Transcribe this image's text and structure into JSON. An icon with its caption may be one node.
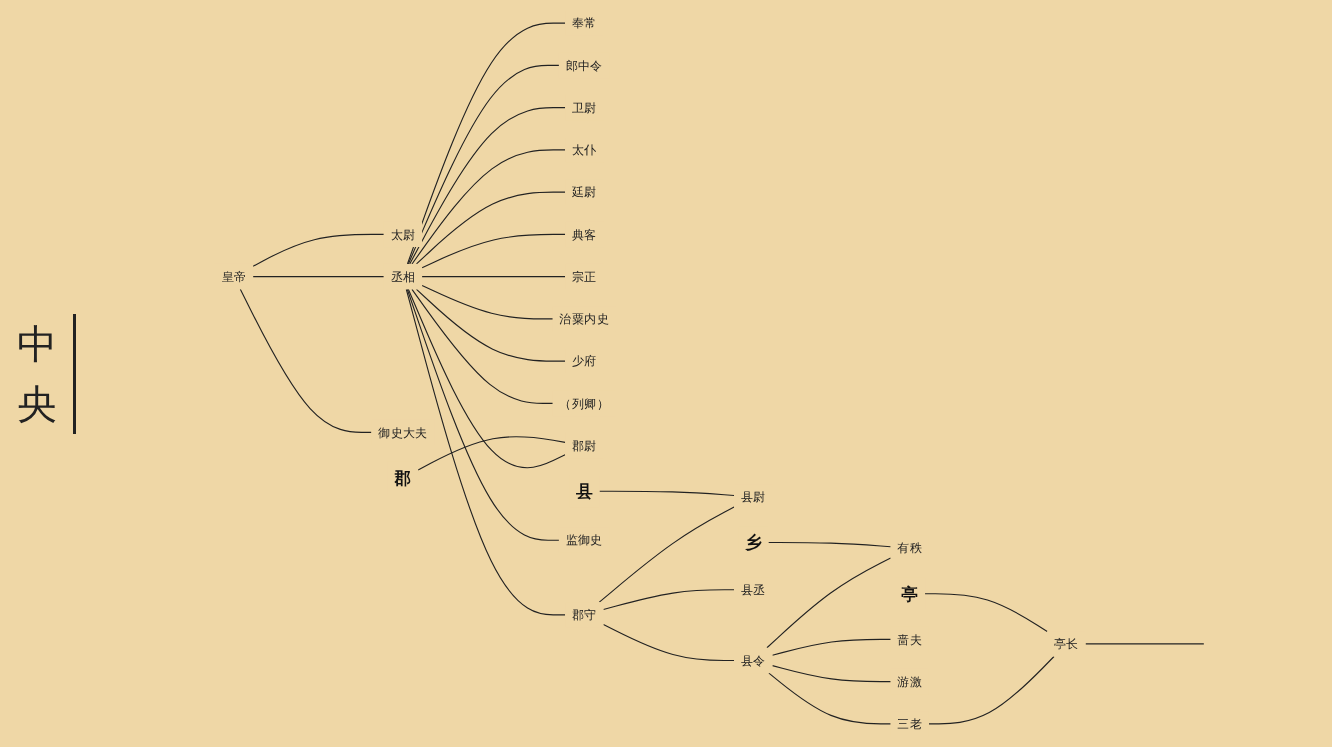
{
  "diagram": {
    "nodes": [
      {
        "text": [
          "皇帝"
        ]
      },
      {
        "text": [
          "太尉"
        ]
      },
      {
        "text": [
          "丞相"
        ]
      },
      {
        "text": [
          "御史大夫"
        ]
      },
      {
        "text": [
          "奉常"
        ]
      },
      {
        "text": [
          "郎中令"
        ]
      },
      {
        "text": [
          "卫尉"
        ]
      },
      {
        "text": [
          "太仆"
        ]
      },
      {
        "text": [
          "廷尉"
        ]
      },
      {
        "text": [
          "典客"
        ]
      },
      {
        "text": [
          "宗正"
        ]
      },
      {
        "text": [
          "治粟内史"
        ]
      },
      {
        "text": [
          "少府"
        ]
      },
      {
        "text": [
          "（列卿）"
        ]
      },
      {
        "text": [
          "郡"
        ]
      },
      {
        "text": [
          "郡尉"
        ]
      },
      {
        "text": [
          "郡守"
        ]
      },
      {
        "text": [
          "监御史"
        ]
      },
      {
        "text": [
          "县"
        ]
      },
      {
        "text": [
          "县尉"
        ]
      },
      {
        "text": [
          "县令"
        ]
      },
      {
        "text": [
          "县丞"
        ]
      },
      {
        "text": [
          "乡"
        ]
      },
      {
        "text": [
          "有秩"
        ]
      },
      {
        "text": [
          "三老"
        ]
      },
      {
        "text": [
          "啬夫"
        ]
      },
      {
        "text": [
          "游激"
        ]
      },
      {
        "text": [
          "亭"
        ]
      },
      {
        "text": [
          "亭长"
        ]
      }
    ],
    "edges": [
      {
        "from": 0,
        "to": 1,
        "arrow": "none"
      },
      {
        "from": 0,
        "to": 2,
        "arrow": "none"
      },
      {
        "from": 0,
        "to": 3,
        "arrow": "none"
      },
      {
        "from": 2,
        "to": 4,
        "arrow": "none"
      },
      {
        "from": 2,
        "to": 5,
        "arrow": "none"
      },
      {
        "from": 2,
        "to": 6,
        "arrow": "none"
      },
      {
        "from": 2,
        "to": 7,
        "arrow": "none"
      },
      {
        "from": 2,
        "to": 8,
        "arrow": "none"
      },
      {
        "from": 2,
        "to": 9,
        "arrow": "none"
      },
      {
        "from": 2,
        "to": 10,
        "arrow": "none"
      },
      {
        "from": 2,
        "to": 11,
        "arrow": "none"
      },
      {
        "from": 2,
        "to": 12,
        "arrow": "none"
      },
      {
        "from": 2,
        "to": 13,
        "arrow": "none"
      },
      {
        "from": 2,
        "to": 15,
        "arrow": "none"
      },
      {
        "from": 2,
        "to": 16,
        "arrow": "none"
      },
      {
        "from": 2,
        "to": 17,
        "arrow": "none"
      },
      {
        "from": 14,
        "to": 15,
        "arrow": "none"
      },
      {
        "from": 16,
        "to": 19,
        "arrow": "none"
      },
      {
        "from": 16,
        "to": 20,
        "arrow": "none"
      },
      {
        "from": 16,
        "to": 21,
        "arrow": "none"
      },
      {
        "from": 18,
        "to": 19,
        "arrow": "none"
      },
      {
        "from": 20,
        "to": 23,
        "arrow": "none"
      },
      {
        "from": 20,
        "to": 24,
        "arrow": "none"
      },
      {
        "from": 20,
        "to": 25,
        "arrow": "none"
      },
      {
        "from": 20,
        "to": 26,
        "arrow": "none"
      },
      {
        "from": 22,
        "to": 23,
        "arrow": "none"
      },
      {
        "from": 24,
        "to": 28,
        "arrow": "none"
      },
      {
        "from": 27,
        "to": 28,
        "arrow": "none"
      },
      {
        "from": 28,
        "to": null,
        "arrow": "none"
      }
    ],
    "labels": [
      "中央"
    ]
  }
}
